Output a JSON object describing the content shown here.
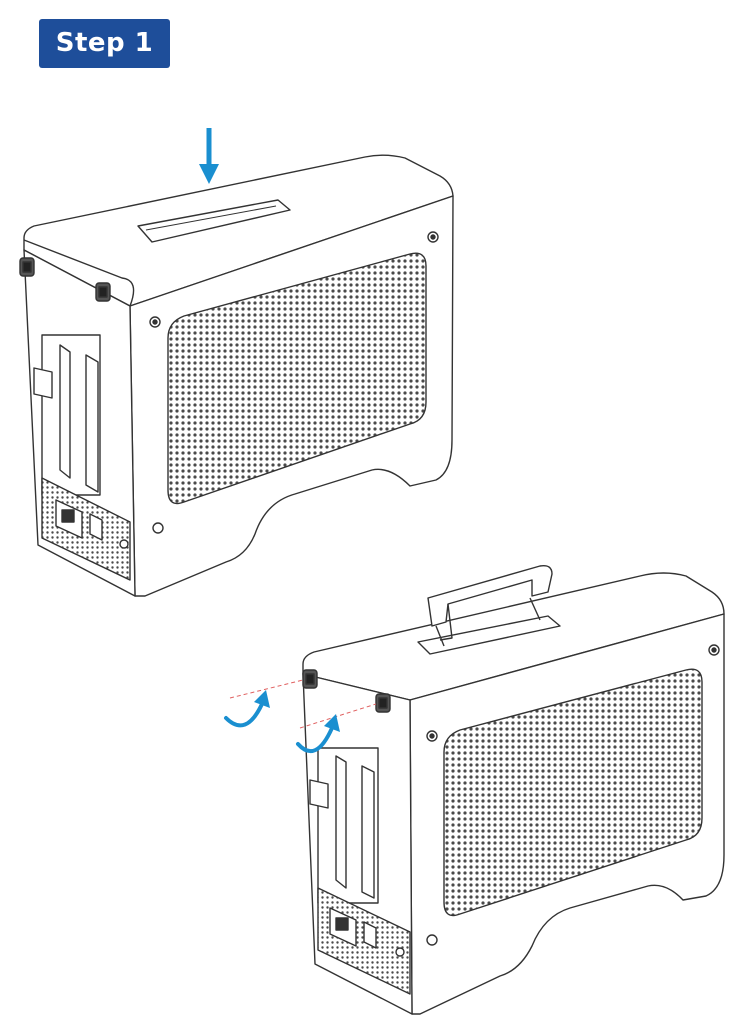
{
  "step": {
    "label": "Step 1",
    "badge_color": "#1e4e9a"
  },
  "illustration": {
    "accent_color": "#1a8fd0",
    "line_color": "#333333",
    "panels": [
      {
        "name": "enclosure-push-handle-down",
        "icon": "down-arrow-icon"
      },
      {
        "name": "enclosure-unscrew-thumbscrews",
        "icon": "rotate-arrow-icon"
      }
    ]
  }
}
